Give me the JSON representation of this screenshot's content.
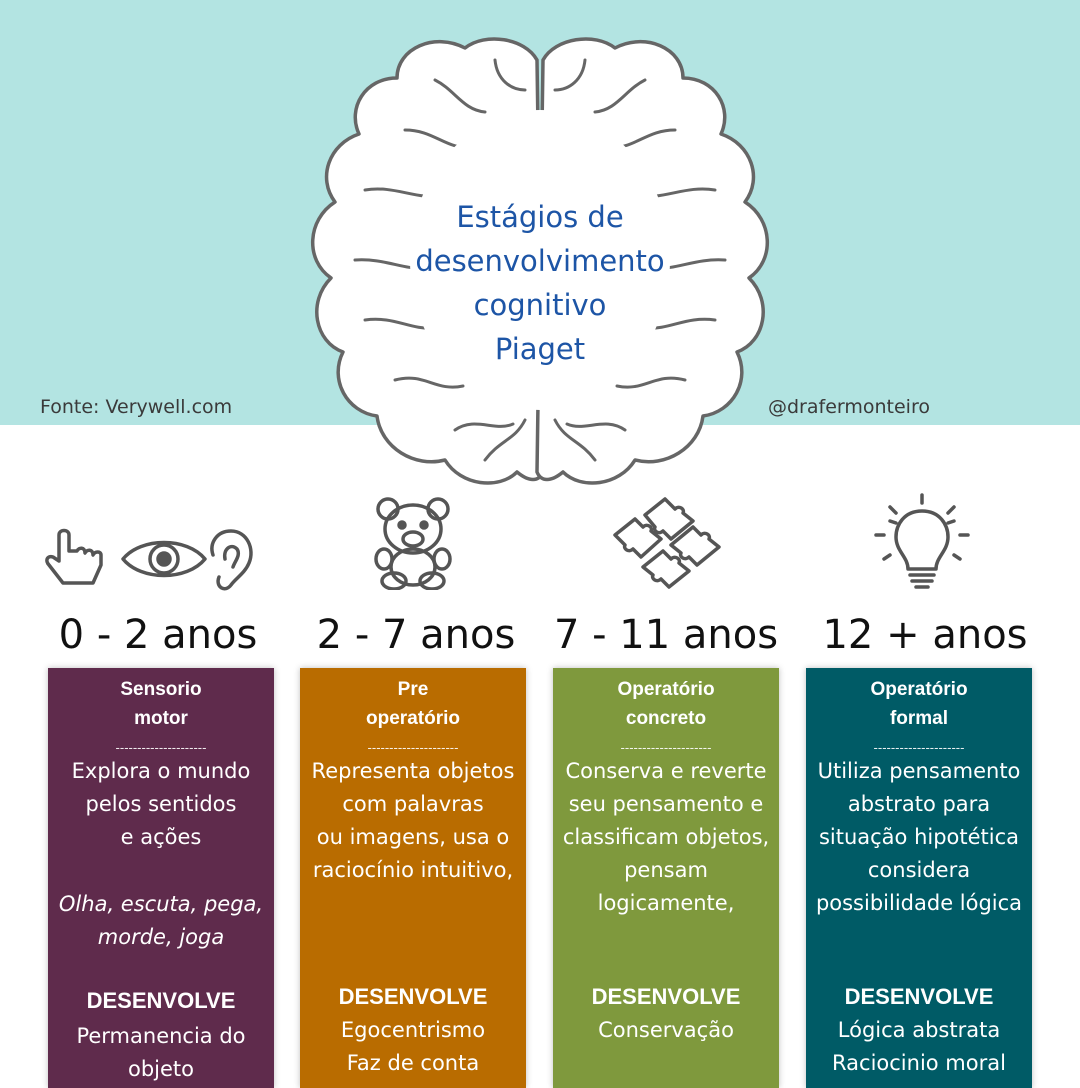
{
  "header": {
    "title_lines": [
      "Estágios de",
      "desenvolvimento",
      "cognitivo",
      "Piaget"
    ],
    "source": "Fonte: Verywell.com",
    "handle": "@drafermonteiro"
  },
  "colors": {
    "top_band": "#b3e4e2",
    "title": "#1d55a6",
    "sensorio": "#5f2b4c",
    "pre": "#b96c00",
    "concreto": "#7f993d",
    "formal": "#005b66"
  },
  "stages": [
    {
      "age": "0 - 2 anos",
      "icon": "hand-eye-ear-icon",
      "title_lines": [
        "Sensorio",
        "motor"
      ],
      "separator": "---------------------",
      "desc_lines": [
        "Explora o mundo",
        "pelos sentidos",
        "e ações"
      ],
      "examples_lines": [
        "Olha, escuta, pega,",
        "morde, joga"
      ],
      "develops_label": "DESENVOLVE",
      "develops_lines": [
        "Permanencia do",
        "objeto"
      ]
    },
    {
      "age": "2 - 7 anos",
      "icon": "teddy-bear-icon",
      "title_lines": [
        "Pre",
        "operatório"
      ],
      "separator": "---------------------",
      "desc_lines": [
        "Representa objetos",
        "com palavras",
        "ou imagens, usa o",
        "raciocínio intuitivo,"
      ],
      "develops_label": "DESENVOLVE",
      "develops_lines": [
        "Egocentrismo",
        "Faz de conta"
      ]
    },
    {
      "age": "7 - 11 anos",
      "icon": "puzzle-icon",
      "title_lines": [
        "Operatório",
        "concreto"
      ],
      "separator": "---------------------",
      "desc_lines": [
        "Conserva e reverte",
        "seu pensamento e",
        "classificam objetos,",
        "pensam",
        "logicamente,"
      ],
      "develops_label": "DESENVOLVE",
      "develops_lines": [
        "Conservação"
      ]
    },
    {
      "age": "12 + anos",
      "icon": "lightbulb-icon",
      "title_lines": [
        "Operatório",
        "formal"
      ],
      "separator": "---------------------",
      "desc_lines": [
        "Utiliza pensamento",
        "abstrato para",
        "situação hipotética",
        "considera",
        "possibilidade lógica"
      ],
      "develops_label": "DESENVOLVE",
      "develops_lines": [
        "Lógica abstrata",
        "Raciocinio moral"
      ]
    }
  ]
}
